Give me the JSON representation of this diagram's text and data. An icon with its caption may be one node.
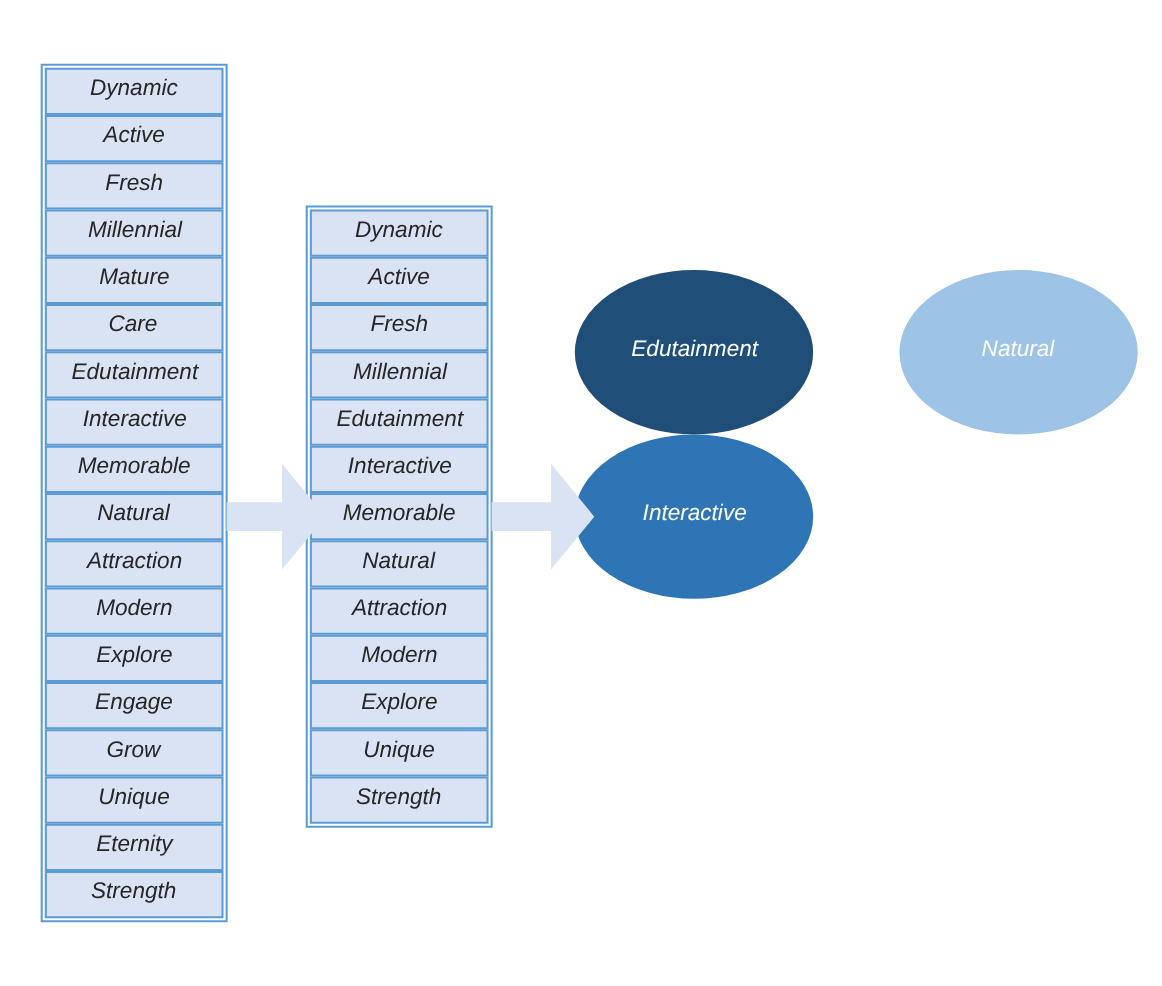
{
  "diagram": {
    "nodes": [
      {
        "text": [],
        "shape": "box"
      },
      {
        "text": [
          "Dynamic"
        ],
        "in": 0
      },
      {
        "text": [
          "Active"
        ],
        "in": 0
      },
      {
        "text": [
          "Fresh"
        ],
        "in": 0
      },
      {
        "text": [
          "Millennial"
        ],
        "in": 0
      },
      {
        "text": [
          "Mature"
        ],
        "in": 0
      },
      {
        "text": [
          "Care"
        ],
        "in": 0
      },
      {
        "text": [
          "Edutainment"
        ],
        "in": 0
      },
      {
        "text": [
          "Interactive"
        ],
        "in": 0
      },
      {
        "text": [
          "Memorable"
        ],
        "in": 0
      },
      {
        "text": [
          "Natural"
        ],
        "in": 0
      },
      {
        "text": [
          "Attraction"
        ],
        "in": 0
      },
      {
        "text": [
          "Modern"
        ],
        "in": 0
      },
      {
        "text": [
          "Explore"
        ],
        "in": 0
      },
      {
        "text": [
          "Engage"
        ],
        "in": 0
      },
      {
        "text": [
          "Grow"
        ],
        "in": 0
      },
      {
        "text": [
          "Unique"
        ],
        "in": 0
      },
      {
        "text": [
          "Eternity"
        ],
        "in": 0
      },
      {
        "text": [
          "Strength"
        ],
        "in": 0
      },
      {
        "text": [],
        "shape": "box"
      },
      {
        "text": [
          "Dynamic"
        ],
        "in": 19
      },
      {
        "text": [
          "Active"
        ],
        "in": 19
      },
      {
        "text": [
          "Fresh"
        ],
        "in": 19
      },
      {
        "text": [
          "Millennial"
        ],
        "in": 19
      },
      {
        "text": [
          "Edutainment"
        ],
        "in": 19
      },
      {
        "text": [
          "Interactive"
        ],
        "in": 19
      },
      {
        "text": [
          "Memorable"
        ],
        "in": 19
      },
      {
        "text": [
          "Natural"
        ],
        "in": 19
      },
      {
        "text": [
          "Attraction"
        ],
        "in": 19
      },
      {
        "text": [
          "Modern"
        ],
        "in": 19
      },
      {
        "text": [
          "Explore"
        ],
        "in": 19
      },
      {
        "text": [
          "Unique"
        ],
        "in": 19
      },
      {
        "text": [
          "Strength"
        ],
        "in": 19
      },
      {
        "text": [
          "Edutainment"
        ]
      },
      {
        "text": [
          "Interactive"
        ]
      },
      {
        "text": [
          "Natural"
        ]
      }
    ],
    "edges": [
      {
        "from": 0,
        "to": 19,
        "arrow": "to"
      },
      {
        "from": 19,
        "to": 34,
        "arrow": "to"
      }
    ]
  }
}
